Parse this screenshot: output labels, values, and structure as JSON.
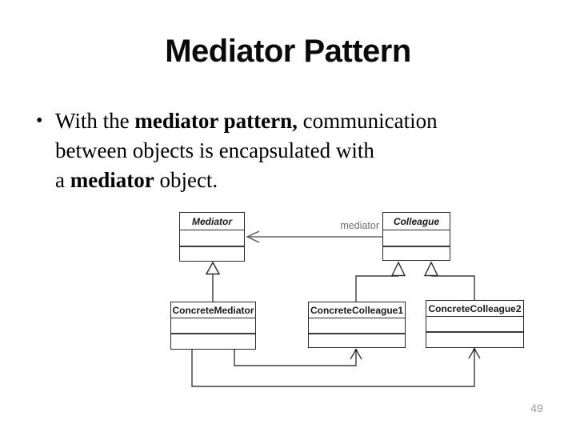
{
  "slide": {
    "title": "Mediator Pattern",
    "bullet": {
      "marker": "•",
      "segments": [
        {
          "text": "With the ",
          "bold": false,
          "break_after": false
        },
        {
          "text": "mediator pattern,",
          "bold": true,
          "break_after": false
        },
        {
          "text": " communication",
          "bold": false,
          "break_after": true
        },
        {
          "text": "between objects is encapsulated with",
          "bold": false,
          "break_after": true
        },
        {
          "text": "a ",
          "bold": false,
          "break_after": false
        },
        {
          "text": "mediator",
          "bold": true,
          "break_after": false
        },
        {
          "text": " object.",
          "bold": false,
          "break_after": false
        }
      ]
    },
    "page_number": "49"
  },
  "diagram": {
    "type": "uml-class-diagram",
    "classes": [
      {
        "name": "Mediator",
        "abstract": true
      },
      {
        "name": "Colleague",
        "abstract": true
      },
      {
        "name": "ConcreteMediator",
        "abstract": false
      },
      {
        "name": "ConcreteColleague1",
        "abstract": false
      },
      {
        "name": "ConcreteColleague2",
        "abstract": false
      }
    ],
    "association_label": "mediator",
    "relations": [
      "Colleague -> Mediator (association: mediator)",
      "ConcreteMediator --|> Mediator",
      "ConcreteColleague1 --|> Colleague",
      "ConcreteColleague2 --|> Colleague",
      "ConcreteMediator -> ConcreteColleague1",
      "ConcreteMediator -> ConcreteColleague2"
    ]
  },
  "colors": {
    "background": "#ffffff",
    "text": "#000000",
    "box_border": "#2b2b2b",
    "association_line": "#8a8a8a",
    "generalization_line": "#3a3a3a",
    "label_gray": "#6e6e6e",
    "page_number_gray": "#9a9a9a"
  }
}
